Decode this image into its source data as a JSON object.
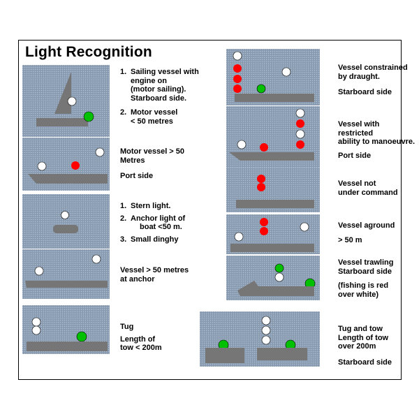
{
  "title": "Light Recognition",
  "colors": {
    "panel": "#8fa0b6",
    "hull": "#767676",
    "white_light": "#ffffff",
    "red_light": "#ff0000",
    "green_light": "#00c000"
  },
  "panels": {
    "sailing": {
      "items": [
        {
          "num": "1.",
          "lines": [
            "Sailing vessel with",
            "engine on",
            "(motor sailing).",
            "Starboard side."
          ]
        },
        {
          "num": "2.",
          "lines": [
            "Motor vessel",
            "< 50 metres"
          ]
        }
      ]
    },
    "motor_large": {
      "lines": [
        "Motor vessel > 50",
        "Metres"
      ],
      "note": "Port side"
    },
    "stern": {
      "items": [
        {
          "num": "1.",
          "lines": [
            "Stern light."
          ]
        },
        {
          "num": "2.",
          "lines": [
            "Anchor light of",
            "boat <50 m."
          ]
        },
        {
          "num": "3.",
          "lines": [
            "Small dinghy"
          ]
        }
      ]
    },
    "anchor": {
      "lines": [
        "Vessel > 50 metres",
        "at anchor"
      ]
    },
    "tug": {
      "lines": [
        "Tug"
      ],
      "lines2": [
        "Length of",
        "tow < 200m"
      ]
    },
    "draught": {
      "lines": [
        "Vessel constrained",
        "by draught."
      ],
      "note": "Starboard side"
    },
    "restricted": {
      "lines": [
        "Vessel with",
        "restricted",
        "ability to manoeuvre."
      ],
      "note": "Port side"
    },
    "nuc": {
      "lines": [
        "Vessel not",
        "under command"
      ]
    },
    "aground": {
      "lines": [
        "Vessel aground"
      ],
      "note": "> 50 m"
    },
    "trawling": {
      "lines": [
        "Vessel trawling",
        "Starboard side"
      ],
      "note_lines": [
        "(fishing is red",
        "over white)"
      ]
    },
    "tow": {
      "lines": [
        "Tug and tow",
        "Length of tow",
        "over 200m"
      ],
      "note": "Starboard side"
    }
  }
}
